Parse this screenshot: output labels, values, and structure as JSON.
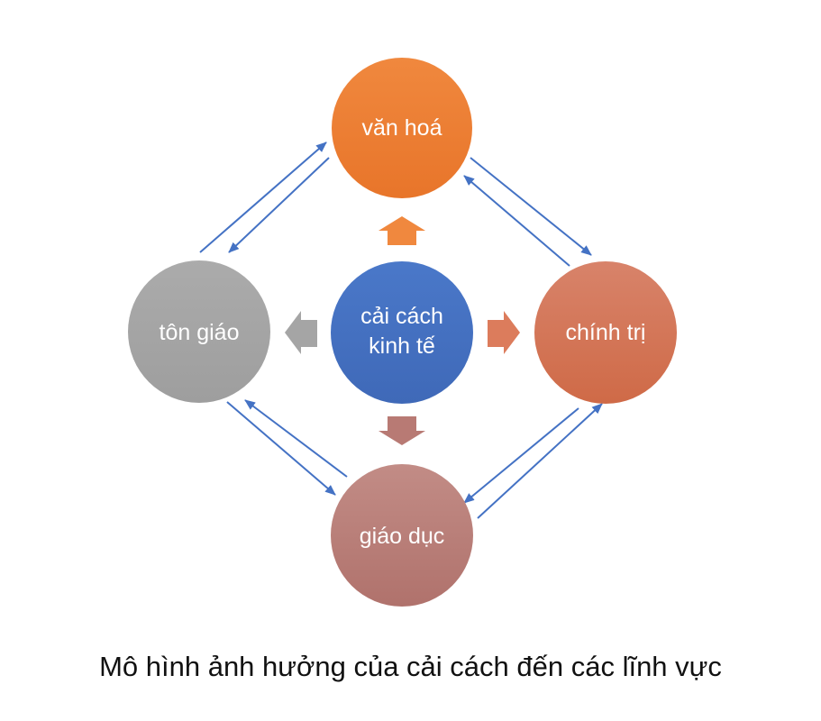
{
  "nodes": {
    "center": {
      "line1": "cải cách",
      "line2": "kinh tế",
      "color": "#4472c4"
    },
    "top": {
      "label": "văn hoá",
      "color": "#ed7d31"
    },
    "left": {
      "label": "tôn giáo",
      "color": "#a5a5a5"
    },
    "right": {
      "label": "chính trị",
      "color": "#d6714e"
    },
    "bottom": {
      "label": "giáo dục",
      "color": "#b87a74"
    }
  },
  "connector_color": "#4472c4",
  "caption": "Mô hình ảnh hưởng của cải cách đến các lĩnh vực"
}
